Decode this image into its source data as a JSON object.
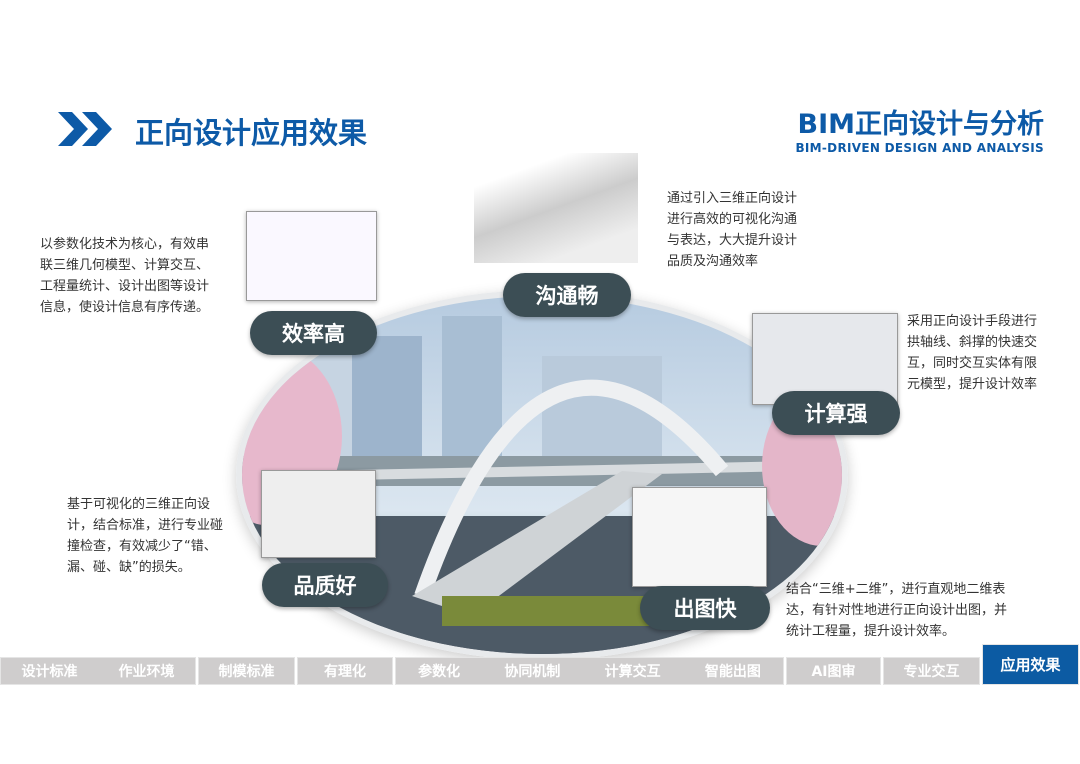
{
  "header": {
    "title": "正向设计应用效果",
    "brand_cn": "BIM正向设计与分析",
    "brand_en": "BIM-DRIVEN  DESIGN AND ANALYSIS"
  },
  "features": [
    {
      "label": "效率高",
      "desc": "以参数化技术为核心，有效串联三维几何模型、计算交互、工程量统计、设计出图等设计信息，使设计信息有序传递。"
    },
    {
      "label": "沟通畅",
      "desc": "通过引入三维正向设计进行高效的可视化沟通与表达，大大提升设计品质及沟通效率"
    },
    {
      "label": "计算强",
      "desc": "采用正向设计手段进行拱轴线、斜撑的快速交互，同时交互实体有限元模型，提升设计效率"
    },
    {
      "label": "品质好",
      "desc": "基于可视化的三维正向设计，结合标准，进行专业碰撞检查，有效减少了“错、漏、碰、缺”的损失。"
    },
    {
      "label": "出图快",
      "desc": "结合“三维+二维”，进行直观地二维表达，有针对性地进行正向设计出图，并统计工程量，提升设计效率。"
    }
  ],
  "nav": [
    [
      "设计标准",
      "作业环境"
    ],
    [
      "制模标准"
    ],
    [
      "有理化"
    ],
    [
      "参数化",
      "协同机制",
      "计算交互",
      "智能出图"
    ],
    [
      "AI图审"
    ],
    [
      "专业交互"
    ]
  ],
  "nav_active": "应用效果",
  "colors": {
    "accent": "#0d5aa7",
    "pill": "#3c4e55",
    "nav": "#cfcdcd"
  }
}
